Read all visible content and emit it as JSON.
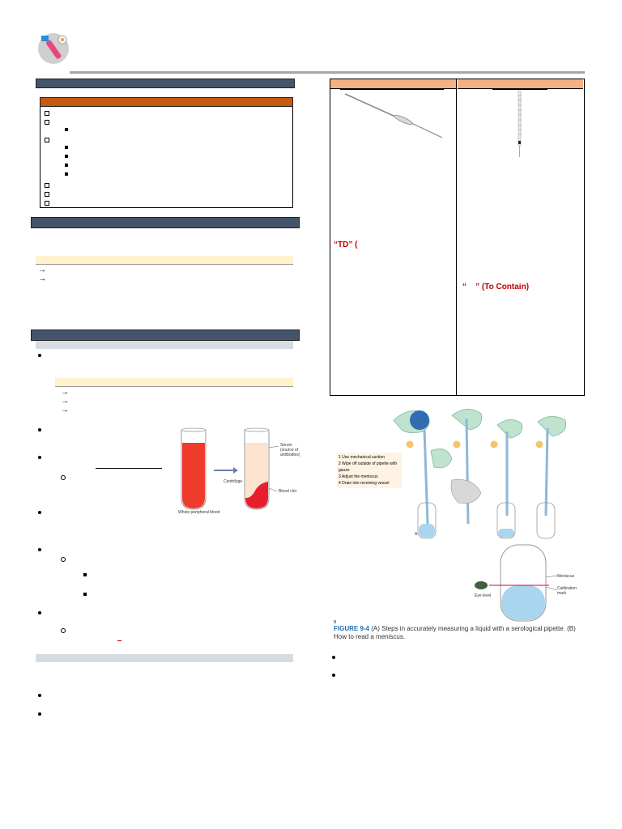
{
  "table": {
    "td_label": "“TD” (",
    "tc_label": "“    ” (To Contain)"
  },
  "figure_blood": {
    "left_caption": "Whole peripheral blood",
    "arrow_caption": "Centrifuge",
    "serum_label": "Serum (source of antibodies)",
    "clot_label": "Blood clot"
  },
  "figure_pipette": {
    "steps": [
      {
        "num": "1",
        "text": "Use mechanical suction"
      },
      {
        "num": "2",
        "text": "Wipe off outside of pipette with gauze"
      },
      {
        "num": "3",
        "text": "Adjust the meniscus"
      },
      {
        "num": "4",
        "text": "Drain into receiving vessel"
      }
    ],
    "panel_a": "A",
    "panel_b": "B",
    "meniscus_label": "Meniscus",
    "calibration_label": "Calibration mark",
    "eye_label": "Eye level",
    "caption_title": "FIGURE 9-4",
    "caption_text": " (A) Steps in accurately measuring a liquid with a serological pipette. (B) How to read a meniscus."
  },
  "colors": {
    "dark_bar": "#44546a",
    "orange_bar": "#c55a11",
    "table_header": "#f4b183",
    "red_text": "#c00000",
    "caption_blue": "#1f6fb2"
  }
}
